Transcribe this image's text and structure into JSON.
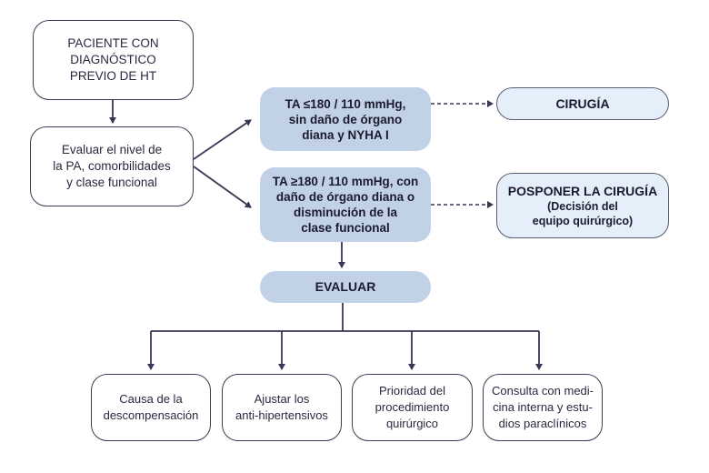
{
  "diagram": {
    "nodes": {
      "start": "PACIENTE CON\nDIAGNÓSTICO\nPREVIO DE HT",
      "evaluate_pa": "Evaluar el nivel de\nla PA, comorbilidades\ny clase funcional",
      "condition_low": "TA ≤180 / 110 mmHg,\nsin daño de órgano\ndiana y NYHA I",
      "condition_high": "TA ≥180 / 110 mmHg, con\ndaño de órgano diana o\ndisminución de la\nclase funcional",
      "outcome_surgery": "CIRUGÍA",
      "outcome_postpone_title": "POSPONER LA CIRUGÍA",
      "outcome_postpone_note": "(Decisión del\nequipo quirúrgico)",
      "evaluar": "EVALUAR",
      "items": [
        "Causa de la\ndescompensación",
        "Ajustar los\nanti-hipertensivos",
        "Prioridad del\nprocedimiento\nquirúrgico",
        "Consulta con medi-\ncina interna y estu-\ndios paraclínicos"
      ]
    },
    "colors": {
      "line": "#3a3656",
      "filled_box": "#c1d1e6",
      "light_box": "#e4eff9",
      "outline_border": "#3d3a55"
    }
  }
}
